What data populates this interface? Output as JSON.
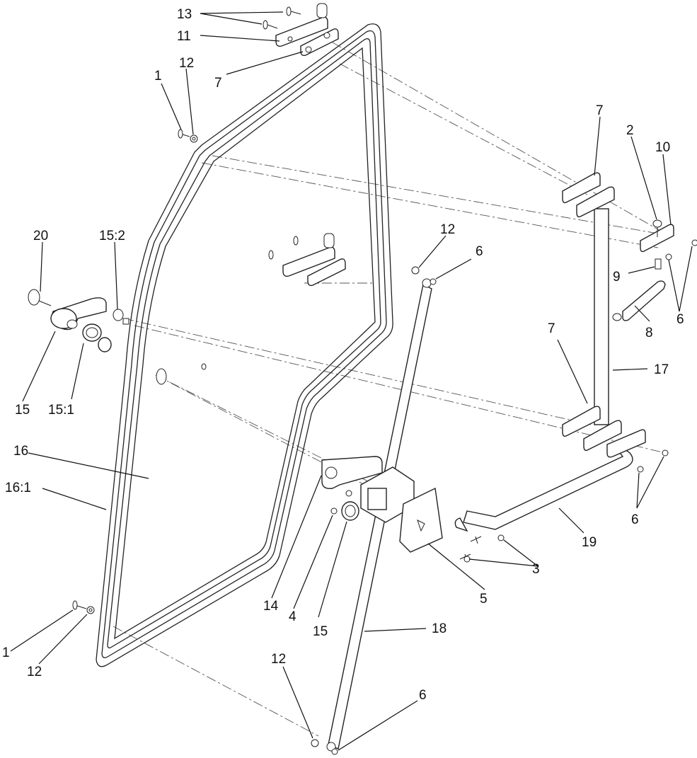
{
  "callouts": {
    "c13": "13",
    "c11": "11",
    "c7a": "7",
    "c1a": "1",
    "c12a": "12",
    "c7b": "7",
    "c2": "2",
    "c10": "10",
    "c20": "20",
    "c15_2": "15:2",
    "c12b": "12",
    "c6a": "6",
    "c9": "9",
    "c6b": "6",
    "c8": "8",
    "c15a": "15",
    "c15_1": "15:1",
    "c7c": "7",
    "c17": "17",
    "c16": "16",
    "c16_1": "16:1",
    "c6c": "6",
    "c19": "19",
    "c3": "3",
    "c14": "14",
    "c4": "4",
    "c15b": "15",
    "c5": "5",
    "c18": "18",
    "c1b": "1",
    "c12c": "12",
    "c12d": "12",
    "c6d": "6"
  }
}
